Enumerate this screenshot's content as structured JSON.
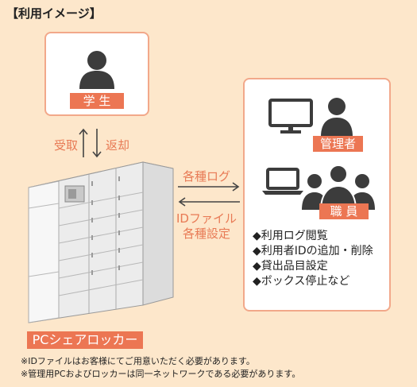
{
  "heading": "【利用イメージ】",
  "student": {
    "label": "学 生"
  },
  "flow_student": {
    "left": "受取",
    "right": "返却"
  },
  "admin": {
    "label": "管理者"
  },
  "staff": {
    "label": "職 員"
  },
  "flow_right": {
    "label": "各種ログ"
  },
  "flow_left": {
    "line1": "IDファイル",
    "line2": "各種設定"
  },
  "features": [
    "◆利用ログ閲覧",
    "◆利用者IDの追加・削除",
    "◆貸出品目設定",
    "◆ボックス停止など"
  ],
  "locker": {
    "label": "PCシェアロッカー"
  },
  "notes": [
    "※IDファイルはお客様にてご用意いただく必要があります。",
    "※管理用PCおよびロッカーは同一ネットワークである必要があります。"
  ],
  "colors": {
    "background": "#fde7cb",
    "accent": "#ec7653",
    "card_border": "#f2a88a",
    "icon": "#3c3c3c"
  }
}
